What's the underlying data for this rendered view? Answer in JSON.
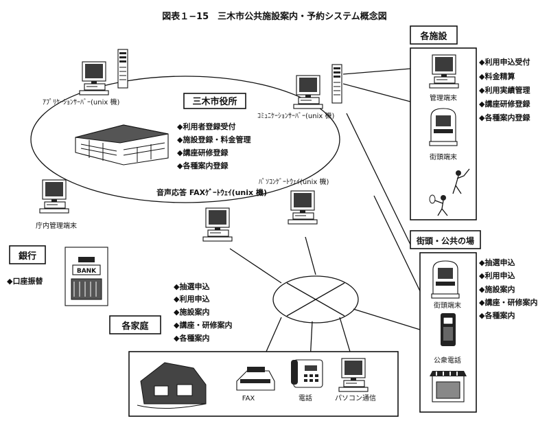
{
  "title": "図表１−15　三木市公共施設案内・予約システム概念図",
  "city_hall": {
    "label": "三木市役所",
    "bullets": [
      "◆利用者登録受付",
      "◆施設登録・料金管理",
      "◆講座研修登録",
      "◆各種案内登録"
    ]
  },
  "servers": {
    "application": "ｱﾌﾟﾘｹｰｼｮﾝｻｰﾊﾞｰ(unix 機)",
    "communication": "ｺﾐｭﾆｹｰｼｮﾝｻｰﾊﾞｰ(unix 機)",
    "voice_fax": "音声応答 FAXｹﾞｰﾄｳｪｲ(unix 機)",
    "pc_gateway": "ﾊﾟｿｺﾝｹﾞｰﾄｳｪｲ(unix 機)"
  },
  "office_terminal": "庁内管理端末",
  "facilities": {
    "header": "各施設",
    "bullets": [
      "◆利用申込受付",
      "◆料金精算",
      "◆利用実績管理",
      "◆講座研修登録",
      "◆各種案内登録"
    ],
    "mgmt_terminal": "管理端末",
    "street_terminal": "街頭端末"
  },
  "public_places": {
    "header": "街頭・公共の場",
    "bullets": [
      "◆抽選申込",
      "◆利用申込",
      "◆施設案内",
      "◆講座・研修案内",
      "◆各種案内"
    ],
    "street_terminal": "街頭端末",
    "payphone": "公衆電話"
  },
  "bank": {
    "header": "銀行",
    "bullet": "◆口座振替",
    "sign": "BANK"
  },
  "households": {
    "header": "各家庭",
    "bullets": [
      "◆抽選申込",
      "◆利用申込",
      "◆施設案内",
      "◆講座・研修案内",
      "◆各種案内"
    ],
    "fax": "FAX",
    "phone": "電話",
    "pc": "パソコン通信"
  }
}
